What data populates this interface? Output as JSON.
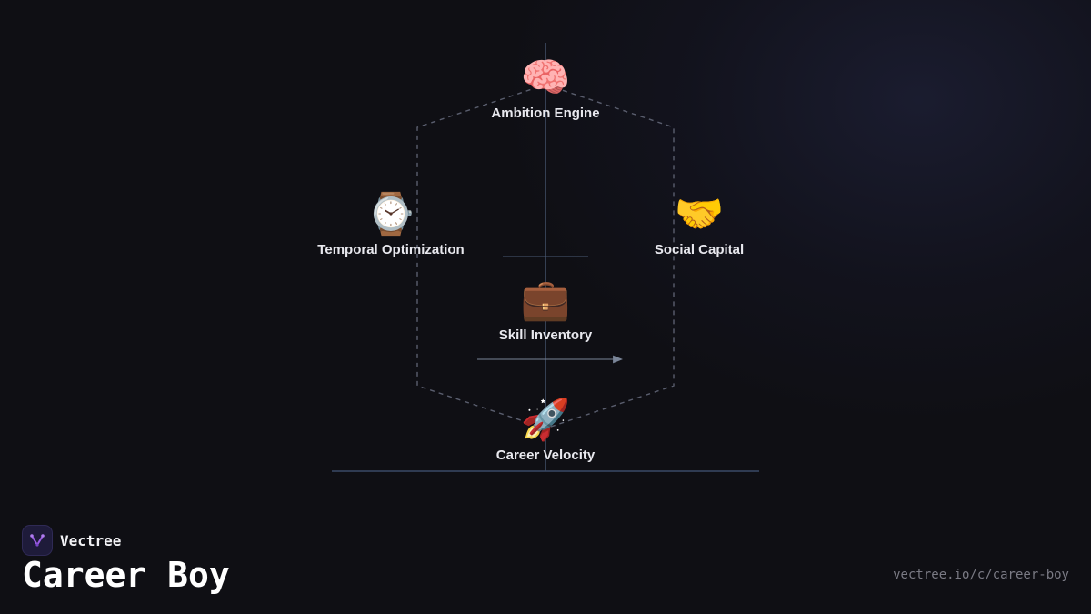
{
  "diagram": {
    "nodes": [
      {
        "id": "ambition",
        "icon": "brain-icon",
        "glyph": "🧠",
        "label": "Ambition Engine"
      },
      {
        "id": "temporal",
        "icon": "watch-icon",
        "glyph": "⌚",
        "label": "Temporal Optimization"
      },
      {
        "id": "social",
        "icon": "handshake-icon",
        "glyph": "🤝",
        "label": "Social Capital"
      },
      {
        "id": "skill",
        "icon": "briefcase-icon",
        "glyph": "💼",
        "label": "Skill Inventory"
      },
      {
        "id": "velocity",
        "icon": "rocket-icon",
        "glyph": "🚀",
        "label": "Career Velocity"
      }
    ],
    "colors": {
      "line": "#4a5a75",
      "dashed_outline": "#5a5e6e",
      "arrow": "#7a8598",
      "label": "#e8e8ee"
    }
  },
  "brand": {
    "name": "Vectree",
    "logo_icon": "vectree-logo-icon",
    "logo_color": "#9b5de5"
  },
  "footer": {
    "title": "Career Boy",
    "url": "vectree.io/c/career-boy"
  }
}
